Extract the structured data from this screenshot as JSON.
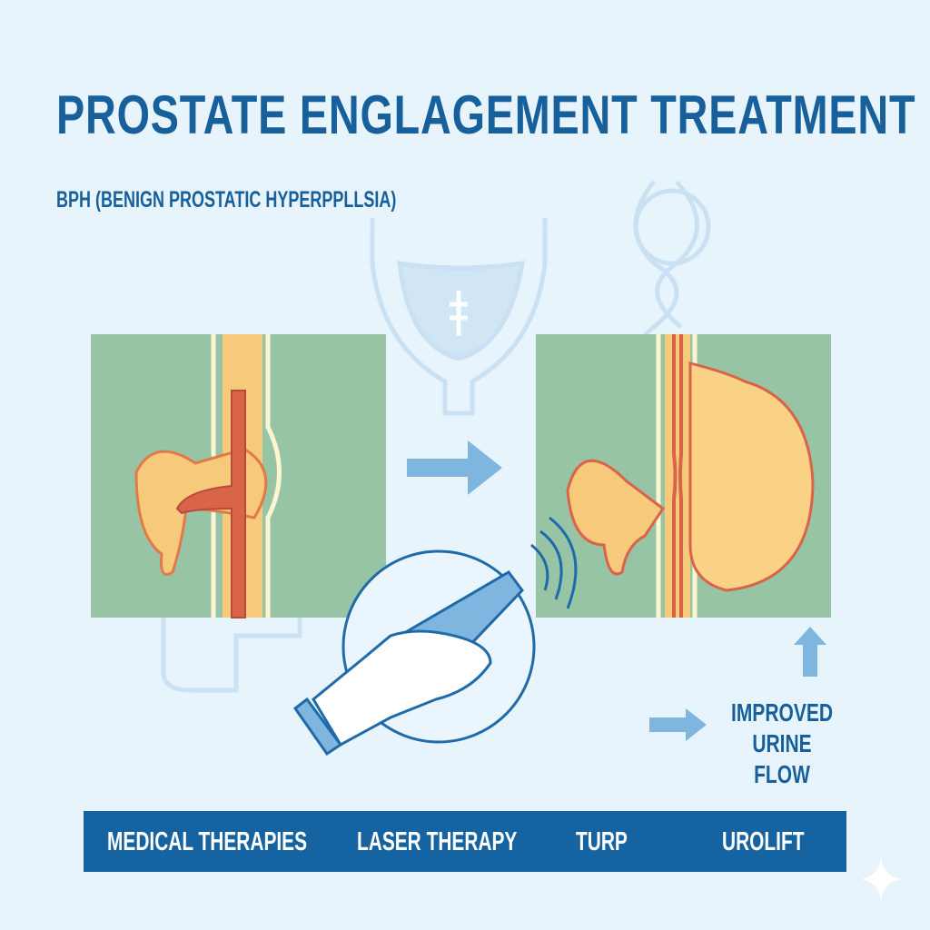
{
  "title": "PROSTATE ENGLAGEMENT TREATMENT",
  "subtitle": "BPH (BENIGN PROSTATIC HYPERPPLLSIA)",
  "result_label": {
    "line1": "IMPROVED",
    "line2": "URINE FLOW"
  },
  "treatments": [
    "MEDICAL THERAPIES",
    "LASER THERAPY",
    "TURP",
    "UROLIFT"
  ],
  "colors": {
    "primary": "#1563a0",
    "background": "#e8f4fc",
    "tissue": "#98c4a6",
    "prostate": "#f7c97a",
    "urethra": "#d9644a",
    "arrow": "#7fb6e0"
  }
}
